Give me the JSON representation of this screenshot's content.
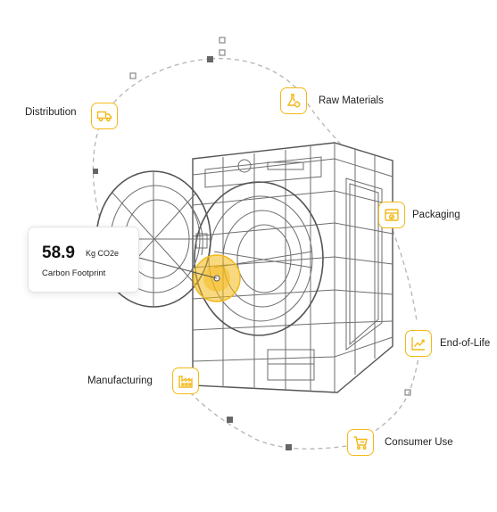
{
  "accent_color": "#f3b918",
  "card": {
    "value": "58.9",
    "unit": "Kg CO2e",
    "caption": "Carbon Footprint"
  },
  "stages": {
    "distribution": {
      "label": "Distribution",
      "icon": "delivery-truck-icon"
    },
    "raw_materials": {
      "label": "Raw Materials",
      "icon": "flask-gear-icon"
    },
    "packaging": {
      "label": "Packaging",
      "icon": "package-box-icon"
    },
    "end_of_life": {
      "label": "End-of-Life",
      "icon": "trend-chart-icon"
    },
    "consumer_use": {
      "label": "Consumer Use",
      "icon": "shopping-cart-icon"
    },
    "manufacturing": {
      "label": "Manufacturing",
      "icon": "factory-icon"
    }
  }
}
